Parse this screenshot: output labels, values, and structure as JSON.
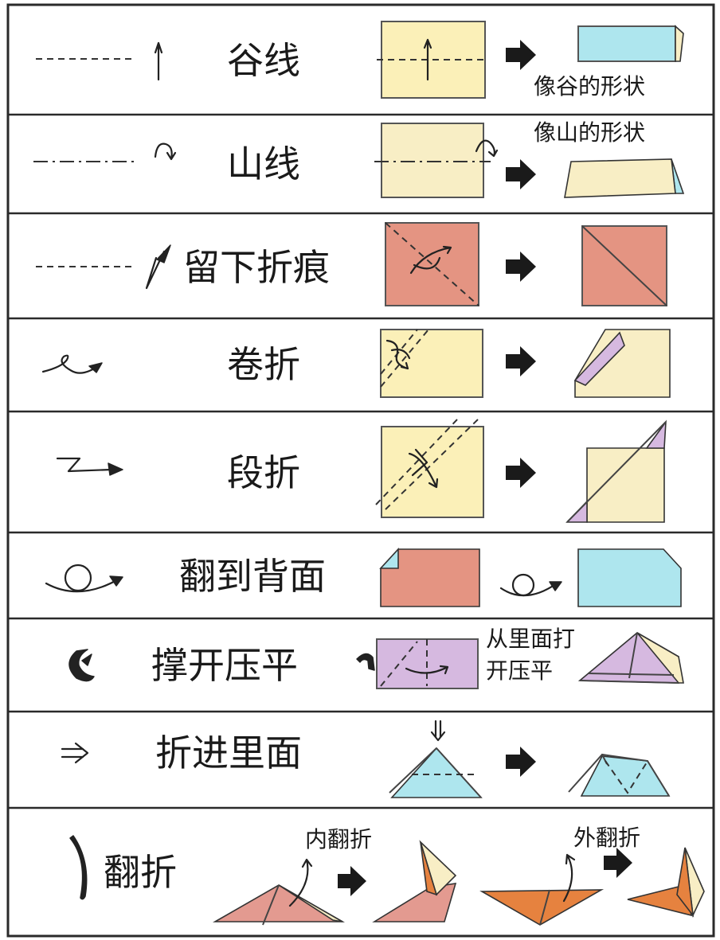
{
  "palette": {
    "paper_yellow": "#fbf0b8",
    "paper_cream": "#f8eec5",
    "paper_red": "#e49482",
    "paper_cyan": "#aee6ee",
    "paper_violet": "#d6b9e0",
    "paper_orange": "#e6823f",
    "paper_pink": "#e39a90",
    "arrow": "#1a1a1a",
    "border": "#2a2a2a"
  },
  "rows": [
    {
      "id": "valley-fold",
      "term": "谷线",
      "symbol": "valley-fold-symbol",
      "notes": [
        "像谷的形状"
      ]
    },
    {
      "id": "mountain-fold",
      "term": "山线",
      "symbol": "mountain-fold-symbol",
      "notes": [
        "像山的形状"
      ]
    },
    {
      "id": "crease",
      "term": "留下折痕",
      "symbol": "crease-symbol",
      "notes": []
    },
    {
      "id": "roll-fold",
      "term": "卷折",
      "symbol": "roll-fold-symbol",
      "notes": []
    },
    {
      "id": "step-fold",
      "term": "段折",
      "symbol": "step-fold-symbol",
      "notes": []
    },
    {
      "id": "turn-over",
      "term": "翻到背面",
      "symbol": "turn-over-symbol",
      "notes": []
    },
    {
      "id": "squash-fold",
      "term": "撑开压平",
      "symbol": "squash-fold-symbol",
      "notes": [
        "从里面打",
        "开压平"
      ]
    },
    {
      "id": "inside-fold",
      "term": "折进里面",
      "symbol": "inside-fold-symbol",
      "notes": []
    },
    {
      "id": "reverse-fold",
      "term": "翻折",
      "symbol": "reverse-fold-symbol",
      "notes": [
        "内翻折",
        "外翻折"
      ]
    }
  ]
}
